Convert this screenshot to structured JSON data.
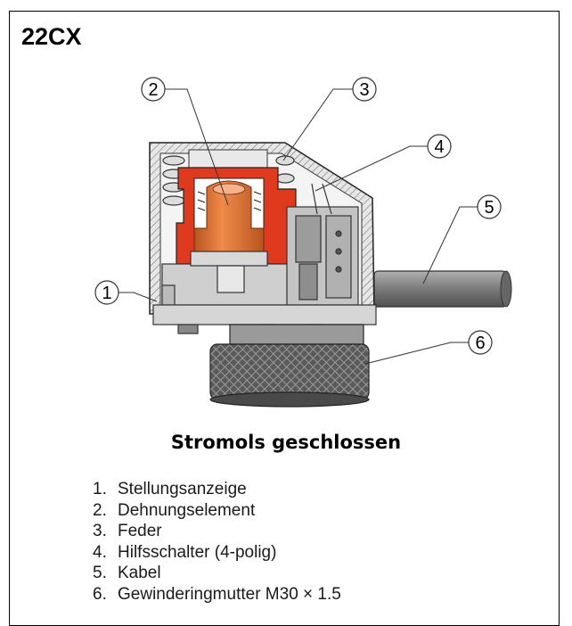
{
  "title": "22CX",
  "caption": "Stromols geschlossen",
  "callouts": [
    "1",
    "2",
    "3",
    "4",
    "5",
    "6"
  ],
  "legend": [
    {
      "num": "1.",
      "label": "Stellungsanzeige"
    },
    {
      "num": "2.",
      "label": "Dehnungselement"
    },
    {
      "num": "3.",
      "label": "Feder"
    },
    {
      "num": "4.",
      "label": "Hilfsschalter (4-polig)"
    },
    {
      "num": "5.",
      "label": "Kabel"
    },
    {
      "num": "6.",
      "label": "Gewinderingmutter M30 × 1.5"
    }
  ],
  "colors": {
    "housing": "#c9c9c9",
    "expansion_element": "#e03a1e",
    "piston": "#d9713a",
    "cable": "#8a8a8a",
    "nut": "#6e6e6e"
  }
}
